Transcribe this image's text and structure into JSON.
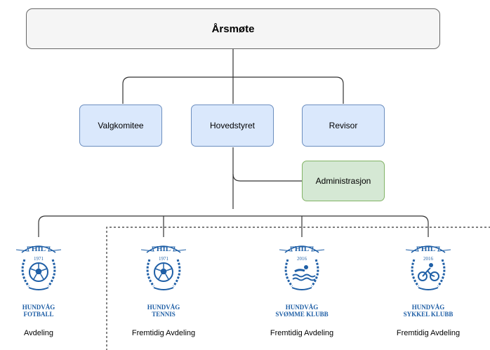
{
  "root": "Årsmøte",
  "level2": [
    "Valgkomitee",
    "Hovedstyret",
    "Revisor"
  ],
  "staff": "Administrasjon",
  "clubs": [
    {
      "badge_top": "HIL",
      "year": "1971",
      "name_lines": [
        "HUNDVÅG",
        "FOTBALL"
      ],
      "caption": "Avdeling",
      "emblem": "soccer-ball-icon"
    },
    {
      "badge_top": "HIL",
      "year": "1971",
      "name_lines": [
        "HUNDVÅG",
        "TENNIS"
      ],
      "caption": "Fremtidig Avdeling",
      "emblem": "soccer-ball-icon"
    },
    {
      "badge_top": "HIL",
      "year": "2016",
      "name_lines": [
        "HUNDVÅG",
        "SVØMME KLUBB"
      ],
      "caption": "Fremtidig Avdeling",
      "emblem": "swimmer-icon"
    },
    {
      "badge_top": "HIL",
      "year": "2016",
      "name_lines": [
        "HUNDVÅG",
        "SYKKEL KLUBB"
      ],
      "caption": "Fremtidig Avdeling",
      "emblem": "cyclist-icon"
    }
  ],
  "colors": {
    "node_blue": "#dae8fc",
    "node_green": "#d5e8d4",
    "logo_blue": "#1f5fa6"
  }
}
